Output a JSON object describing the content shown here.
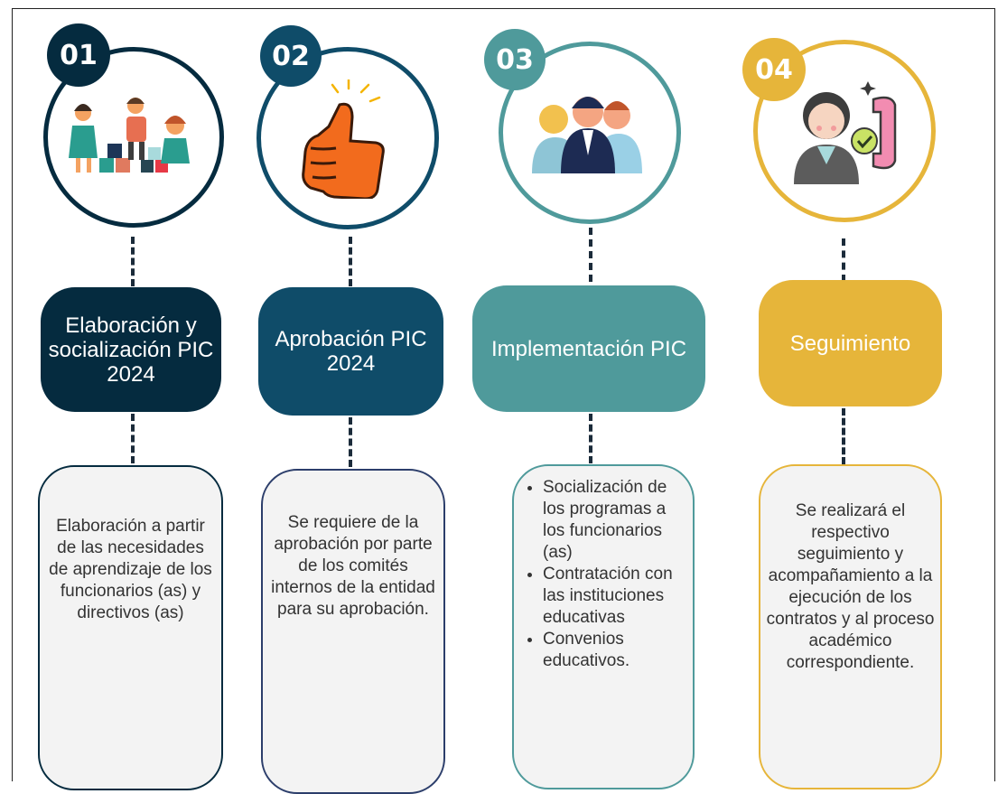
{
  "steps": [
    {
      "number": "01",
      "title": "Elaboración y socialización PIC 2024",
      "text": "Elaboración a partir de las necesidades de aprendizaje de los funcionarios (as) y directivos (as)",
      "color": "#052b3f",
      "icon": "children-playing-blocks-icon"
    },
    {
      "number": "02",
      "title": "Aprobación PIC  2024",
      "text": "Se requiere de la aprobación por parte de los comités internos de la entidad para su aprobación.",
      "color": "#0f4c69",
      "icon": "thumbs-up-icon"
    },
    {
      "number": "03",
      "title": "Implementación PIC",
      "bullets": [
        "Socialización de los programas  a los funcionarios (as)",
        "Contratación con las instituciones educativas",
        "Convenios educativos."
      ],
      "color": "#4f9a9b",
      "icon": "team-people-icon"
    },
    {
      "number": "04",
      "title": "Seguimiento",
      "text": "Se realizará el respectivo seguimiento y acompañamiento  a la ejecución de los contratos y al proceso académico correspondiente.",
      "color": "#e6b53a",
      "icon": "support-agent-phone-icon"
    }
  ]
}
